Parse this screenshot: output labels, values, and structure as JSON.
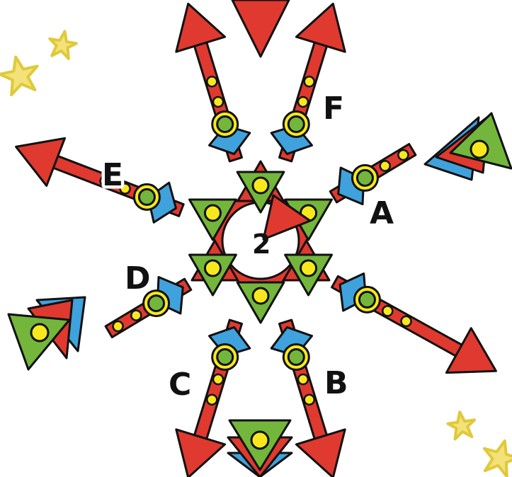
{
  "board": {
    "center_number": "2",
    "arms": [
      {
        "label": "A"
      },
      {
        "label": "B"
      },
      {
        "label": "C"
      },
      {
        "label": "D"
      },
      {
        "label": "E"
      },
      {
        "label": "F"
      }
    ]
  },
  "colors": {
    "arrow_red": "#e0392f",
    "blue": "#3fa2dd",
    "green": "#73b63b",
    "dot_yellow": "#f7e81e",
    "star_yellow": "#f3e27a",
    "outline": "#111111"
  },
  "icons": {
    "arrow": "red-arrow-icon",
    "triangle": "green-triangle-icon",
    "star": "star-icon"
  }
}
